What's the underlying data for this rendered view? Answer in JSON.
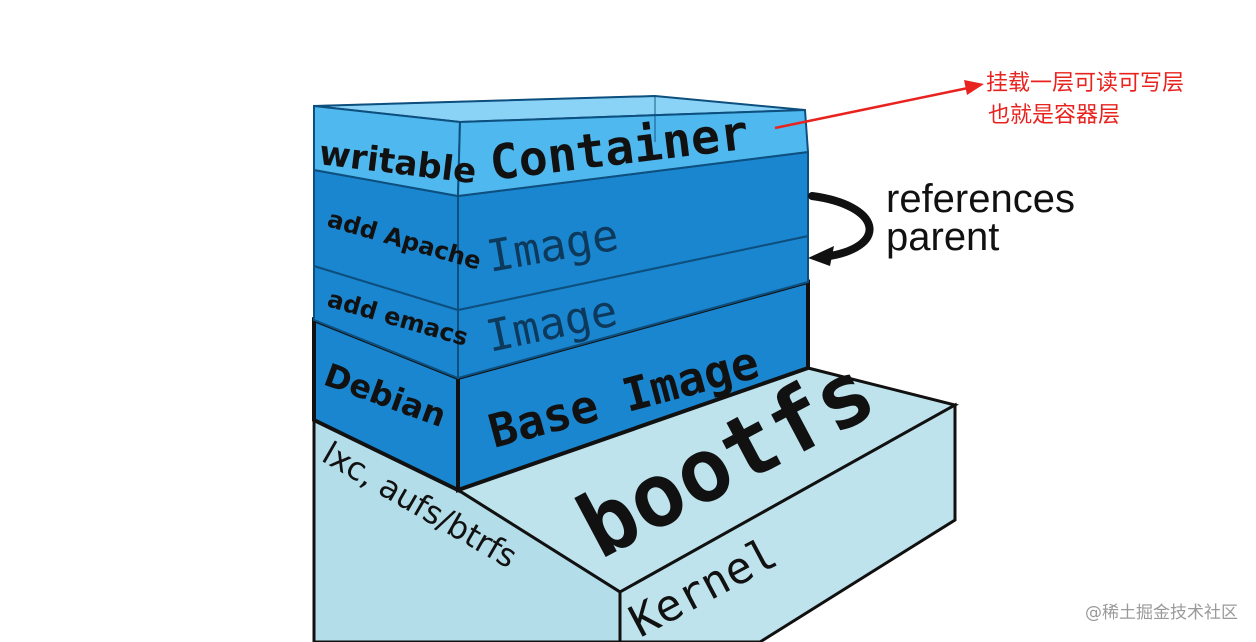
{
  "layers": {
    "container": {
      "side": "writable",
      "face": "Container"
    },
    "apache": {
      "side": "add Apache",
      "face": "Image"
    },
    "emacs": {
      "side": "add emacs",
      "face": "Image"
    },
    "debian": {
      "side": "Debian",
      "face": "Base Image"
    },
    "bootfs": {
      "side": "lxc, aufs/btrfs",
      "face": "bootfs",
      "front": "Kernel"
    }
  },
  "references": {
    "line1": "references",
    "line2": "parent"
  },
  "annotation": {
    "line1": "挂载一层可读可写层",
    "line2": "也就是容器层"
  },
  "watermark": "@稀土掘金技术社区",
  "colors": {
    "container": "#4fb8ee",
    "image": "#1a86cf",
    "bootfs": "#bfe3ec",
    "annotation": "#e8231f",
    "outline": "#111111"
  }
}
